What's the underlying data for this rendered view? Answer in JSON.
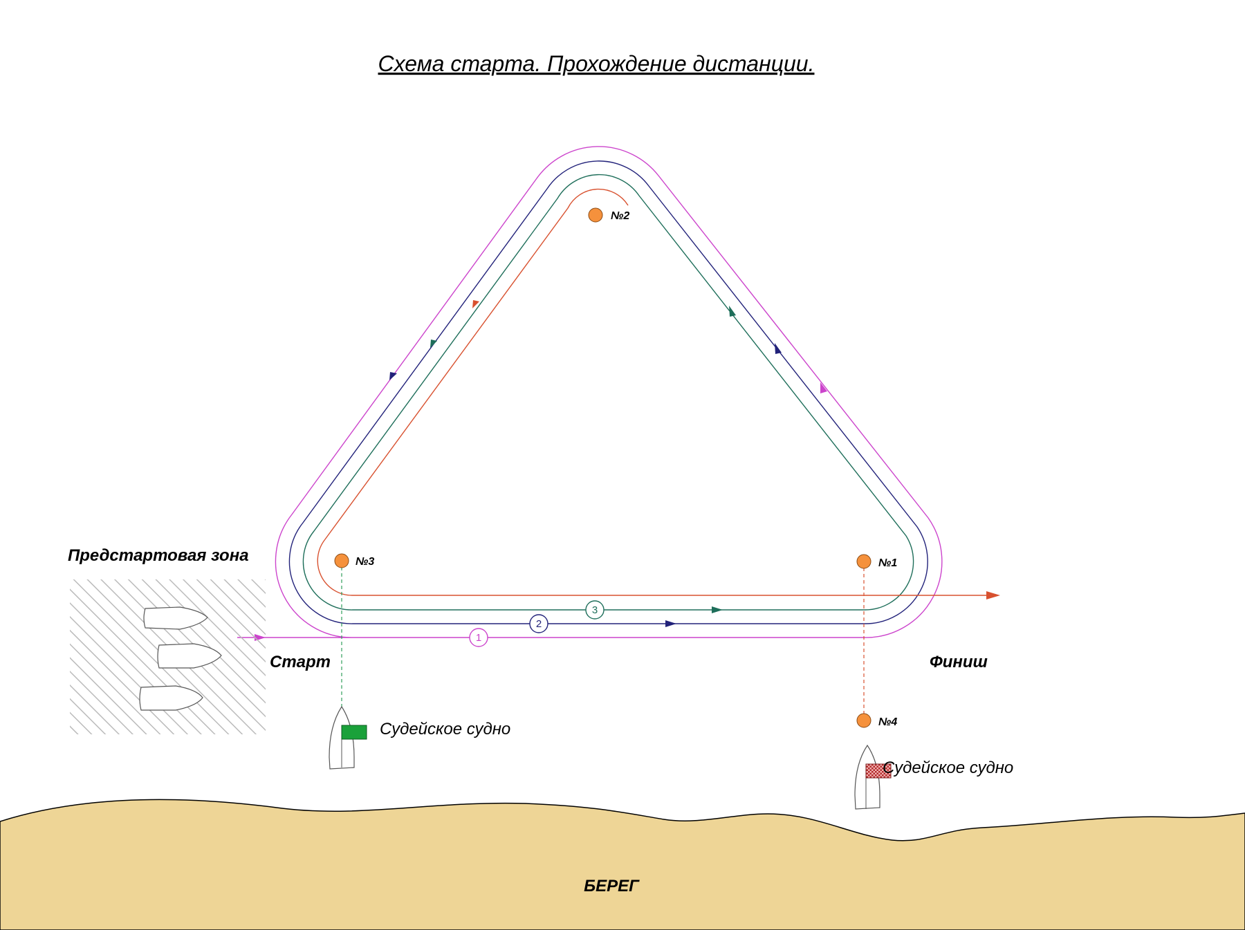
{
  "title": "Схема старта. Прохождение дистанции.",
  "prestart_zone_label": "Предстартовая зона",
  "start_label": "Старт",
  "finish_label": "Финиш",
  "shore_label": "БЕРЕГ",
  "buoys": [
    {
      "id": "1",
      "label": "№1"
    },
    {
      "id": "2",
      "label": "№2"
    },
    {
      "id": "3",
      "label": "№3"
    },
    {
      "id": "4",
      "label": "№4"
    }
  ],
  "judge_boats": [
    {
      "label": "Судейское судно",
      "flag": "green"
    },
    {
      "label": "Судейское судно",
      "flag": "red-checkered"
    }
  ],
  "laps": [
    {
      "number": "1",
      "color": "#cc44cc"
    },
    {
      "number": "2",
      "color": "#22227a"
    },
    {
      "number": "3",
      "color": "#1e6e5a"
    }
  ],
  "colors": {
    "buoy": "#f5913c",
    "shore": "#eed596",
    "lap_red": "#d8512f",
    "hatch": "#bbbbbb",
    "green_flag": "#1aa13a",
    "red_flag": "#c83a3a"
  }
}
